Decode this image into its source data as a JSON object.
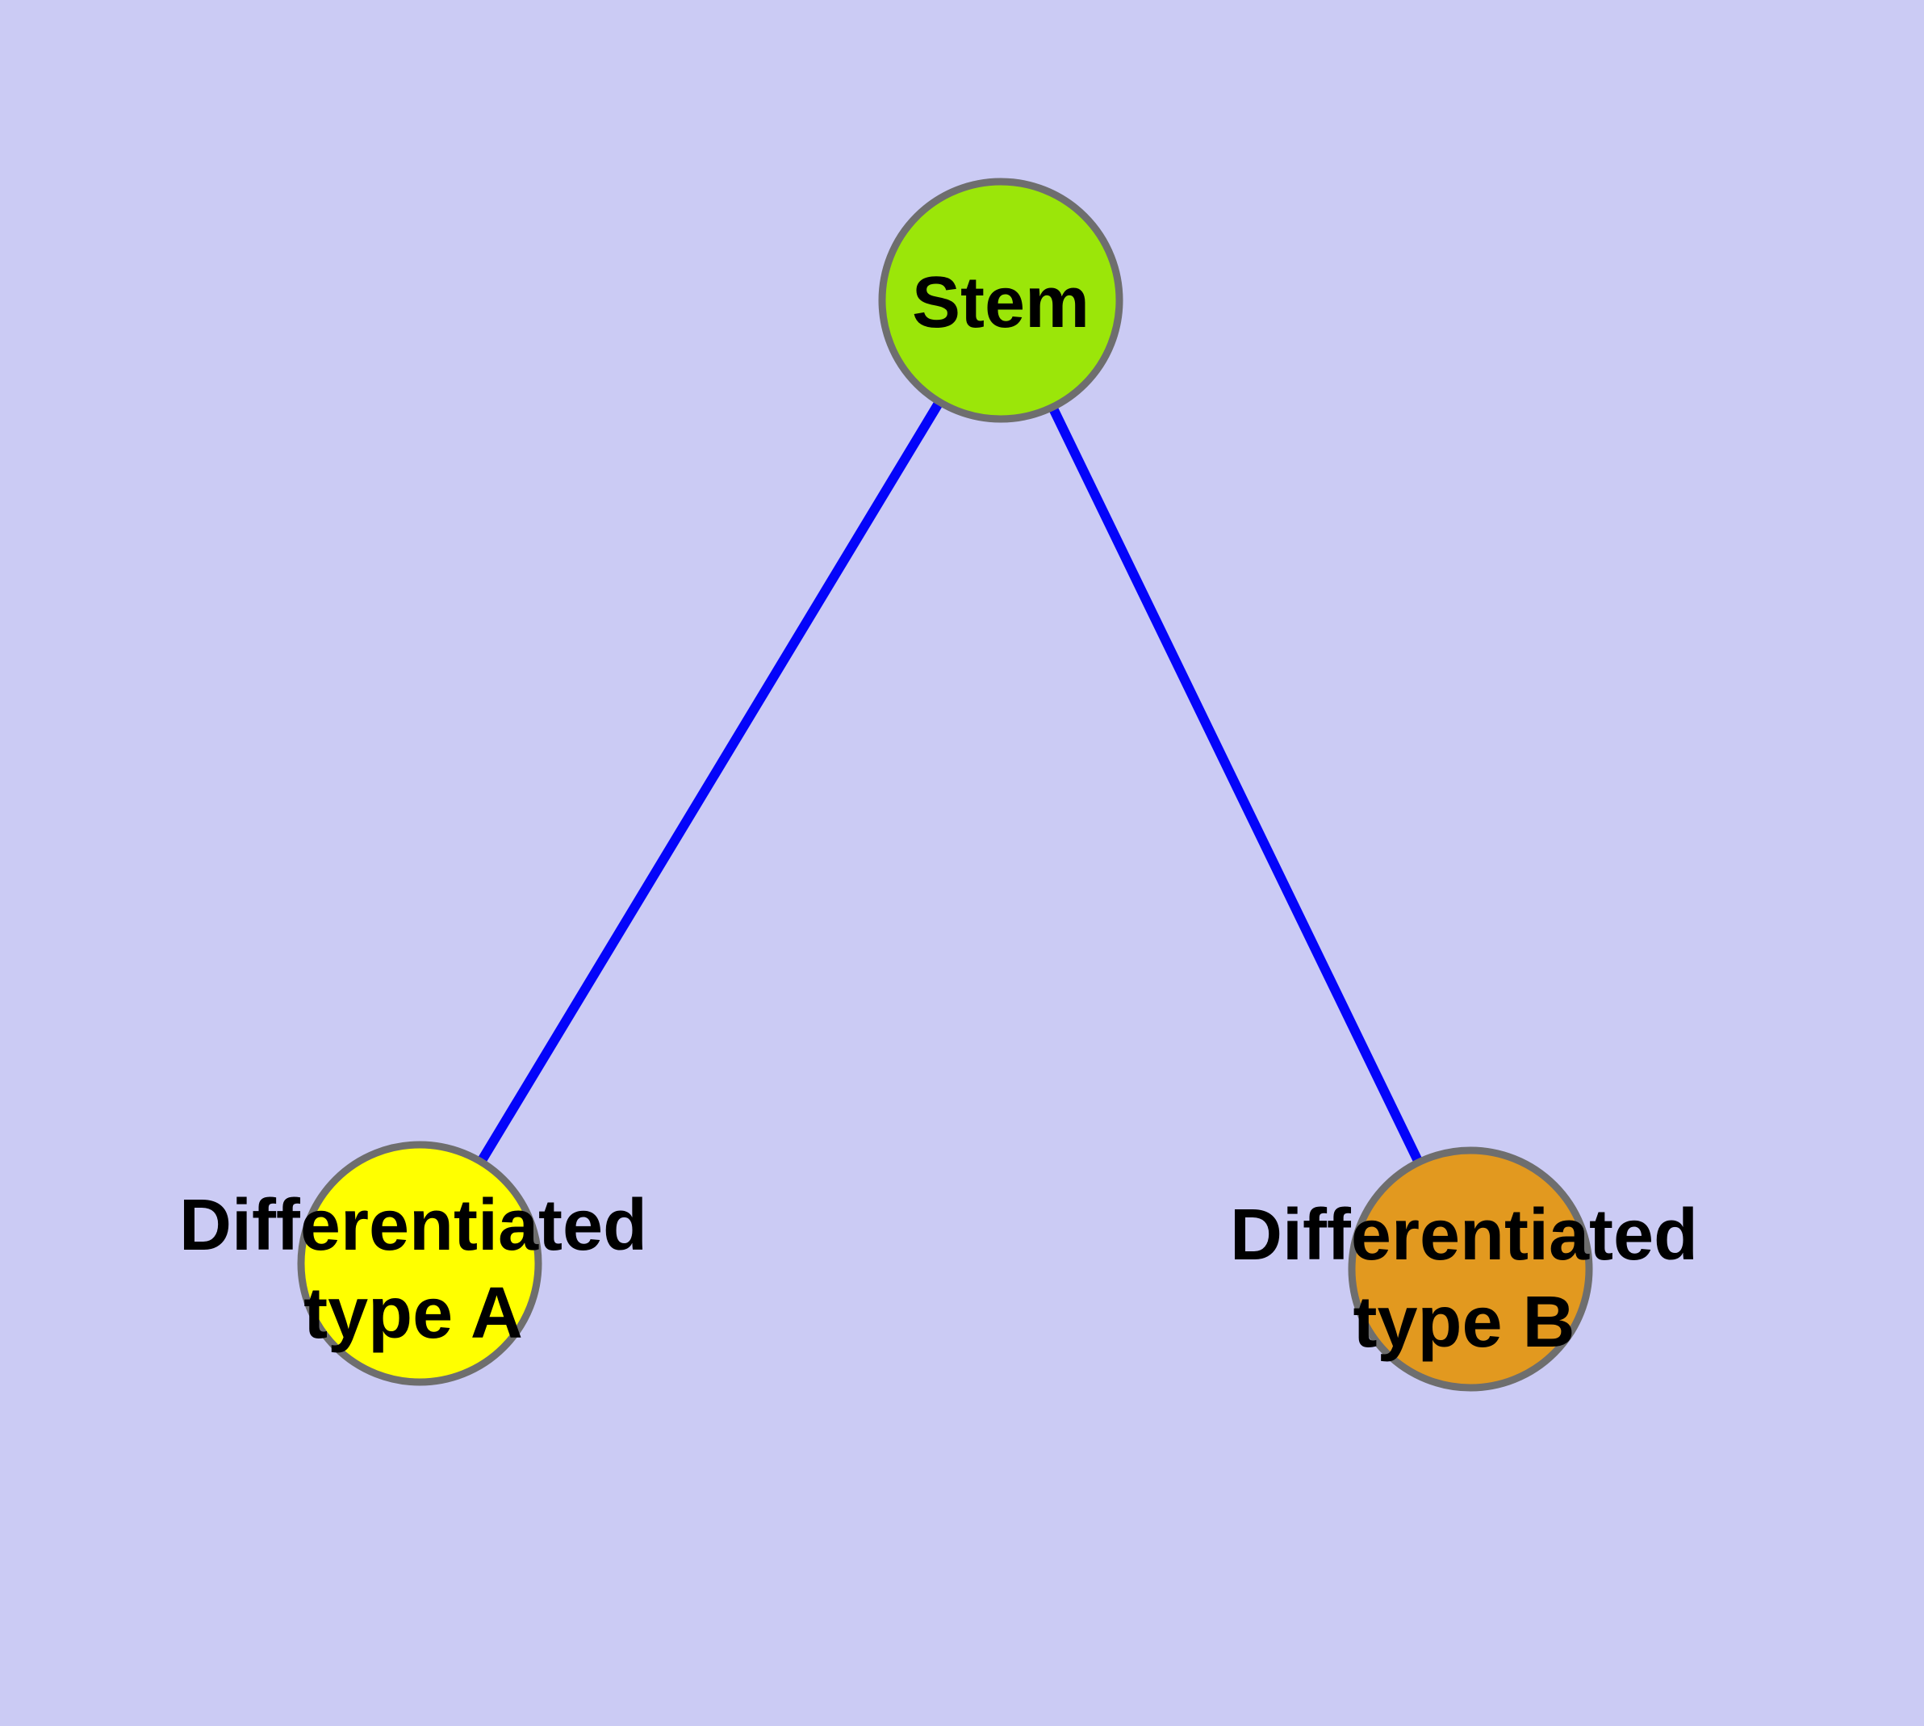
{
  "diagram": {
    "type": "graph",
    "description": "Stem cell differentiation tree: one stem node with edges to two differentiated cell-type nodes",
    "canvas": {
      "background_color": "#CBCBF4"
    },
    "style": {
      "edge_color": "#0404FA",
      "node_border_color": "#6E6E6E",
      "label_color": "#000000"
    },
    "nodes": {
      "stem": {
        "label": "Stem",
        "fill": "#9BE609"
      },
      "type_a": {
        "label_line1": "Differentiated",
        "label_line2": "type A",
        "label": "Differentiated type A",
        "fill": "#FFFF00"
      },
      "type_b": {
        "label_line1": "Differentiated",
        "label_line2": "type B",
        "label": "Differentiated type B",
        "fill": "#E2991F"
      }
    },
    "edges": [
      {
        "from": "Stem",
        "to": "Differentiated type A"
      },
      {
        "from": "Stem",
        "to": "Differentiated type B"
      }
    ]
  }
}
